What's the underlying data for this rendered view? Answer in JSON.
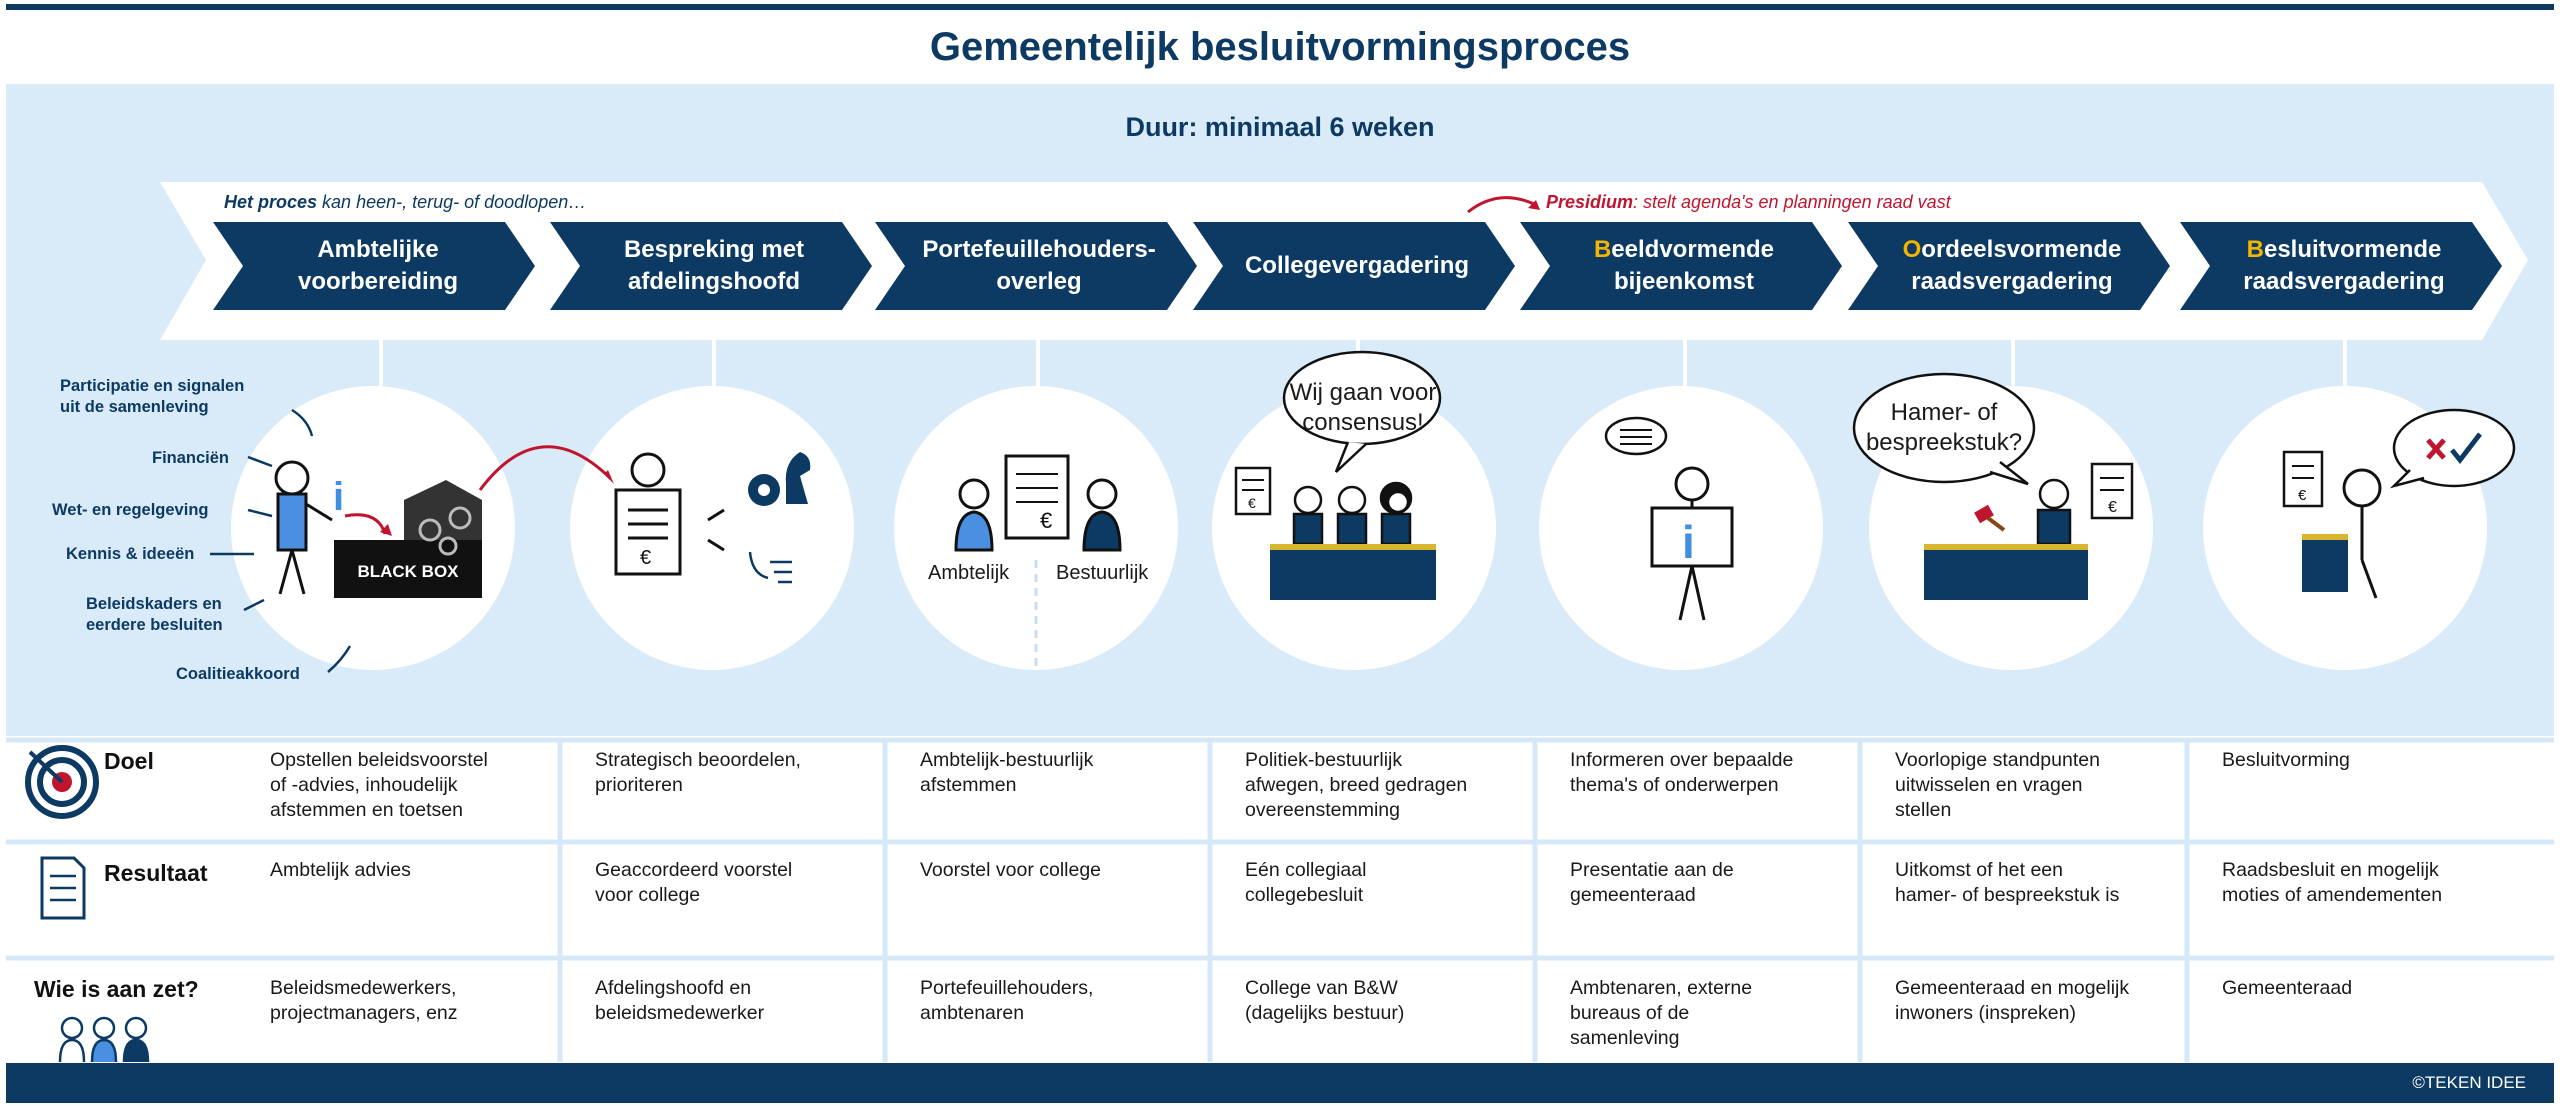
{
  "title": "Gemeentelijk besluitvormingsproces",
  "duration": "Duur: minimaal 6 weken",
  "process_note": {
    "bold": "Het proces",
    "rest": " kan heen-, terug- of doodlopen…"
  },
  "presidium_note": {
    "bold": "Presidium",
    "rest": ": stelt agenda's en planningen raad vast"
  },
  "steps": [
    {
      "line1": "Ambtelijke",
      "line2": "voorbereiding"
    },
    {
      "line1": "Bespreking met",
      "line2": "afdelingshoofd"
    },
    {
      "line1": "Portefeuillehouders-",
      "line2": "overleg"
    },
    {
      "line1": "Collegevergadering",
      "line2": ""
    },
    {
      "first": "B",
      "line1": "eeldvormende",
      "line2": "bijeenkomst"
    },
    {
      "first": "O",
      "line1": "ordeelsvormende",
      "line2": "raadsvergadering"
    },
    {
      "first": "B",
      "line1": "esluitvormende",
      "line2": "raadsvergadering"
    }
  ],
  "inputs": [
    "Participatie en signalen",
    "uit de samenleving",
    "Financiën",
    "Wet- en regelgeving",
    "Kennis & ideeën",
    "Beleidskaders en",
    "eerdere besluiten",
    "Coalitieakkoord"
  ],
  "black_box": "BLACK BOX",
  "labels": {
    "ambtelijk": "Ambtelijk",
    "bestuurlijk": "Bestuurlijk"
  },
  "bubbles": {
    "consensus1": "Wij gaan voor",
    "consensus2": "consensus!",
    "hamer1": "Hamer- of",
    "hamer2": "bespreekstuk?"
  },
  "rows": [
    {
      "label": "Doel",
      "icon": "target-icon",
      "cells": [
        [
          "Opstellen beleidsvoorstel",
          "of -advies, inhoudelijk",
          "afstemmen en toetsen"
        ],
        [
          "Strategisch beoordelen,",
          "prioriteren"
        ],
        [
          "Ambtelijk-bestuurlijk",
          "afstemmen"
        ],
        [
          "Politiek-bestuurlijk",
          "afwegen, breed gedragen",
          "overeenstemming"
        ],
        [
          "Informeren over bepaalde",
          "thema's of onderwerpen"
        ],
        [
          "Voorlopige standpunten",
          "uitwisselen en vragen",
          "stellen"
        ],
        [
          "Besluitvorming"
        ]
      ]
    },
    {
      "label": "Resultaat",
      "icon": "document-icon",
      "cells": [
        [
          "Ambtelijk advies"
        ],
        [
          "Geaccordeerd voorstel",
          "voor college"
        ],
        [
          "Voorstel voor college"
        ],
        [
          "Eén collegiaal",
          "collegebesluit"
        ],
        [
          "Presentatie aan de",
          "gemeenteraad"
        ],
        [
          "Uitkomst of het een",
          "hamer- of bespreekstuk is"
        ],
        [
          "Raadsbesluit en mogelijk",
          "moties of amendementen"
        ]
      ]
    },
    {
      "label": "Wie is aan zet?",
      "icon": "people-icon",
      "cells": [
        [
          "Beleidsmedewerkers,",
          "projectmanagers, enz"
        ],
        [
          "Afdelingshoofd en",
          "beleidsmedewerker"
        ],
        [
          "Portefeuillehouders,",
          "ambtenaren"
        ],
        [
          "College van B&W",
          "(dagelijks bestuur)"
        ],
        [
          "Ambtenaren, externe",
          "bureaus of de",
          "samenleving"
        ],
        [
          "Gemeenteraad en mogelijk",
          "inwoners (inspreken)"
        ],
        [
          "Gemeenteraad"
        ]
      ]
    }
  ],
  "copyright": "©TEKEN IDEE",
  "colors": {
    "navy": "#0d3a63",
    "band": "#d9ebf9",
    "yellow": "#f2b600",
    "red": "#c0152f",
    "accent_blue": "#3f8ee0"
  }
}
